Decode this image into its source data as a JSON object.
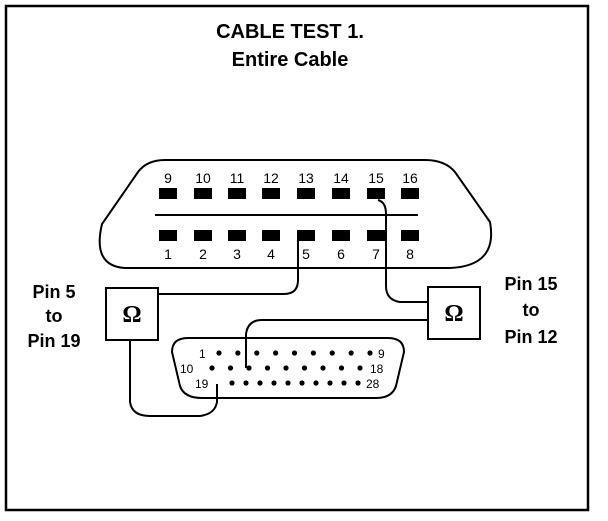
{
  "title": {
    "line1": "CABLE TEST 1.",
    "line2": "Entire Cable"
  },
  "left_meter": {
    "label_lines": [
      "Pin 5",
      "to",
      "Pin 19"
    ],
    "symbol": "Ω"
  },
  "right_meter": {
    "label_lines": [
      "Pin 15",
      "to",
      "Pin 12"
    ],
    "symbol": "Ω"
  },
  "connector_16": {
    "top_pins": [
      "9",
      "10",
      "11",
      "12",
      "13",
      "14",
      "15",
      "16"
    ],
    "bottom_pins": [
      "1",
      "2",
      "3",
      "4",
      "5",
      "6",
      "7",
      "8"
    ]
  },
  "connector_28": {
    "row1_labels": [
      "1",
      "9"
    ],
    "row2_labels": [
      "10",
      "18"
    ],
    "row3_labels": [
      "19",
      "28"
    ]
  },
  "colors": {
    "ink": "#000000",
    "background": "#ffffff"
  }
}
